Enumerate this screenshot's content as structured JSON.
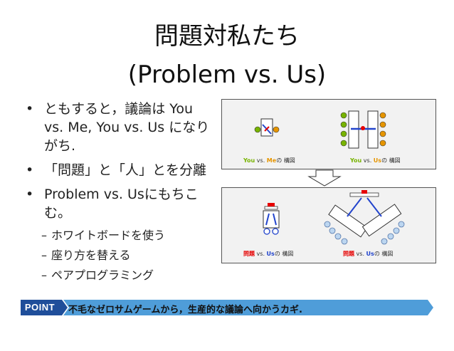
{
  "title": {
    "line1": "問題対私たち",
    "line2": "(Problem vs. Us)"
  },
  "bullets": [
    {
      "marker": "•",
      "text": "ともすると，議論は You vs. Me, You vs. Us になりがち."
    },
    {
      "marker": "•",
      "text": "「問題」と「人」とを分離"
    },
    {
      "marker": "•",
      "text": "Problem vs. Usにもちこむ。"
    }
  ],
  "sub_bullets": [
    {
      "marker": "–",
      "text": "ホワイトボードを使う"
    },
    {
      "marker": "–",
      "text": "座り方を替える"
    },
    {
      "marker": "–",
      "text": "ペアプログラミング"
    }
  ],
  "diagram": {
    "caption1": {
      "a": "You",
      "vs": "vs.",
      "b": "Me",
      "suffix": "の 構図"
    },
    "caption2": {
      "a": "You",
      "vs": "vs.",
      "b": "Us",
      "suffix": "の 構図"
    },
    "caption3": {
      "a": "問題",
      "vs": "vs.",
      "b": "Us",
      "suffix": "の 構図"
    },
    "caption4": {
      "a": "問題",
      "vs": "vs.",
      "b": "Us",
      "suffix": "の 構図"
    },
    "colors": {
      "you": "#77b300",
      "me": "#e69500",
      "problem": "#e60000",
      "us": "#2244cc",
      "person_light": "#bcd6f0"
    }
  },
  "point": {
    "label": "POINT",
    "text": "不毛なゼロサムゲームから，生産的な議論へ向かうカギ."
  }
}
